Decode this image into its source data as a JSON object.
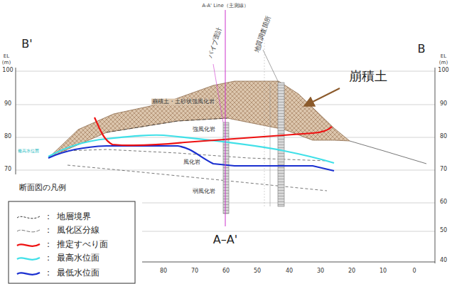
{
  "diagram": {
    "labels": [
      "A-A' Line（主測線）",
      "EL",
      "(m)",
      "EL",
      "(m)",
      "B'",
      "B",
      "100",
      "90",
      "80",
      "70",
      "100",
      "90",
      "80",
      "70",
      "60",
      "50",
      "40",
      "80",
      "70",
      "60",
      "50",
      "40",
      "30",
      "20",
      "10",
      "0",
      "パイプ歪計",
      "地質調査箇所",
      "崩積土",
      "崩積土・土砂状強風化岩",
      "強風化岩",
      "風化岩",
      "弱風化岩",
      "A–A'",
      "最高水位面",
      "断面図の凡例",
      "：",
      "：",
      "：",
      "：",
      "："
    ],
    "legend": [
      {
        "text": "地層境界"
      },
      {
        "text": "風化区分線"
      },
      {
        "text": "推定すべり面"
      },
      {
        "text": "最高水位面"
      },
      {
        "text": "最低水位面"
      }
    ]
  }
}
